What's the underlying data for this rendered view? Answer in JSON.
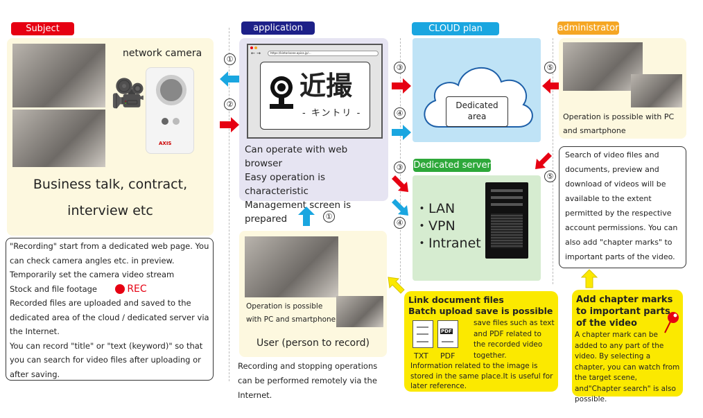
{
  "labels": {
    "subject": "Subject",
    "application": "application",
    "cloud": "CLOUD plan",
    "admin": "administrator",
    "server": "Dedicated server"
  },
  "subject": {
    "camera_label": "network camera",
    "caption_1": "Business talk, contract,",
    "caption_2": "interview etc",
    "camera_brand": "AXIS"
  },
  "subject_notes": {
    "line1": "\"Recording\" start from a dedicated web page. You can check camera angles etc. in preview.",
    "line2": "Temporarily set the camera video stream",
    "line3": "Stock and file footage",
    "rec": "REC",
    "line4": "Recorded files are uploaded and saved to the dedicated area of the cloud / dedicated server via the Internet.",
    "line5": "You can record \"title\" or \"text (keyword)\" so that you can search for video files after uploading or after saving."
  },
  "app": {
    "url": "https://kintorisone.apica.jp/...",
    "logo_kanji": "近撮",
    "logo_kana": "- キントリ -",
    "desc": [
      "Can operate with web browser",
      "Easy operation is characteristic",
      "Management screen is prepared"
    ]
  },
  "user": {
    "device_note": "Operation is possible with PC and smartphone",
    "title": "User (person to record)",
    "remote_note": "Recording and stopping operations can be performed remotely via the Internet."
  },
  "cloud": {
    "area": "Dedicated area"
  },
  "server": {
    "items": [
      "・LAN",
      "・VPN",
      "・Intranet"
    ]
  },
  "admin": {
    "device_note": "Operation is possible with PC and smartphone",
    "desc": "Search of video files and documents, preview and download of videos will be available to the extent permitted by the respective account permissions. You can also add \"chapter marks\" to important parts of the video."
  },
  "steps": {
    "s1": "①",
    "s2": "②",
    "s3": "③",
    "s4": "④",
    "s5": "⑤"
  },
  "docs": {
    "title1": "Link document files",
    "title2": "Batch upload save is possible",
    "txt": "TXT",
    "pdf": "PDF",
    "pdf_badge": "PDF",
    "desc": "save files such as text and PDF related to the recorded video together.",
    "desc2": "Information related to the image is stored in the same place.It is useful for later reference."
  },
  "chapter": {
    "title": "Add chapter marks to important parts of the video",
    "desc": "A chapter mark can be added to any part of the video. By selecting a chapter, you can watch from the target scene, and\"Chapter search\" is also possible."
  },
  "colors": {
    "red": "#e60012",
    "navy": "#1d2088",
    "cyan": "#1aa6e0",
    "green": "#2ea83a",
    "orange": "#f5a623",
    "yellow": "#fbe900"
  }
}
